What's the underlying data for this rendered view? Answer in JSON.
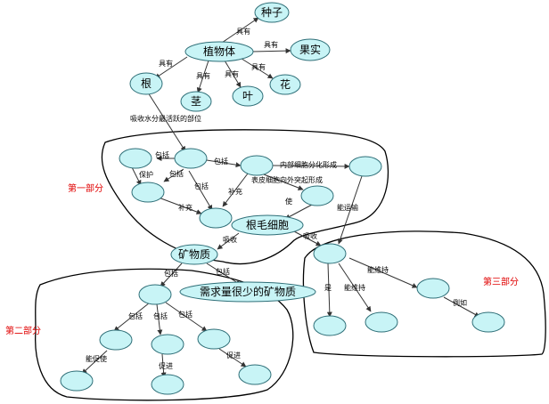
{
  "colors": {
    "node_fill": "#c8f4f6",
    "node_stroke": "#2f6f78",
    "edge": "#333333",
    "region": "#000000",
    "part_label": "#e00000"
  },
  "nodes": {
    "seed": "种子",
    "plant": "植物体",
    "fruit": "果实",
    "root": "根",
    "stem": "茎",
    "leaf": "叶",
    "flower": "花",
    "root_hair_cell": "根毛细胞",
    "mineral": "矿物质",
    "small_mineral": "需求量很少的矿物质"
  },
  "edges": {
    "has1": "具有",
    "has2": "具有",
    "has3": "具有",
    "has4": "具有",
    "has5": "具有",
    "has6": "具有",
    "absorb_zone": "吸收水分最活跃的部位",
    "include1": "包括",
    "include2": "包括",
    "include3": "包括",
    "protect": "保护",
    "supplement1": "补充",
    "supplement2": "补充",
    "inner_diff": "内部细胞分化形成",
    "epi_form": "表皮细胞向外突起形成",
    "make": "使",
    "can_transport": "能运输",
    "absorb1": "吸收",
    "absorb2": "吸收",
    "include4": "包括",
    "include5": "包括",
    "can_sustain1": "能维持",
    "can_sustain2": "能维持",
    "is": "是",
    "example": "例如",
    "include6": "包括",
    "include7": "包括",
    "include8": "包括",
    "promote1": "能促使",
    "promote2": "促进",
    "promote3": "促进"
  },
  "parts": {
    "part1": "第一部分",
    "part2": "第二部分",
    "part3": "第三部分"
  }
}
